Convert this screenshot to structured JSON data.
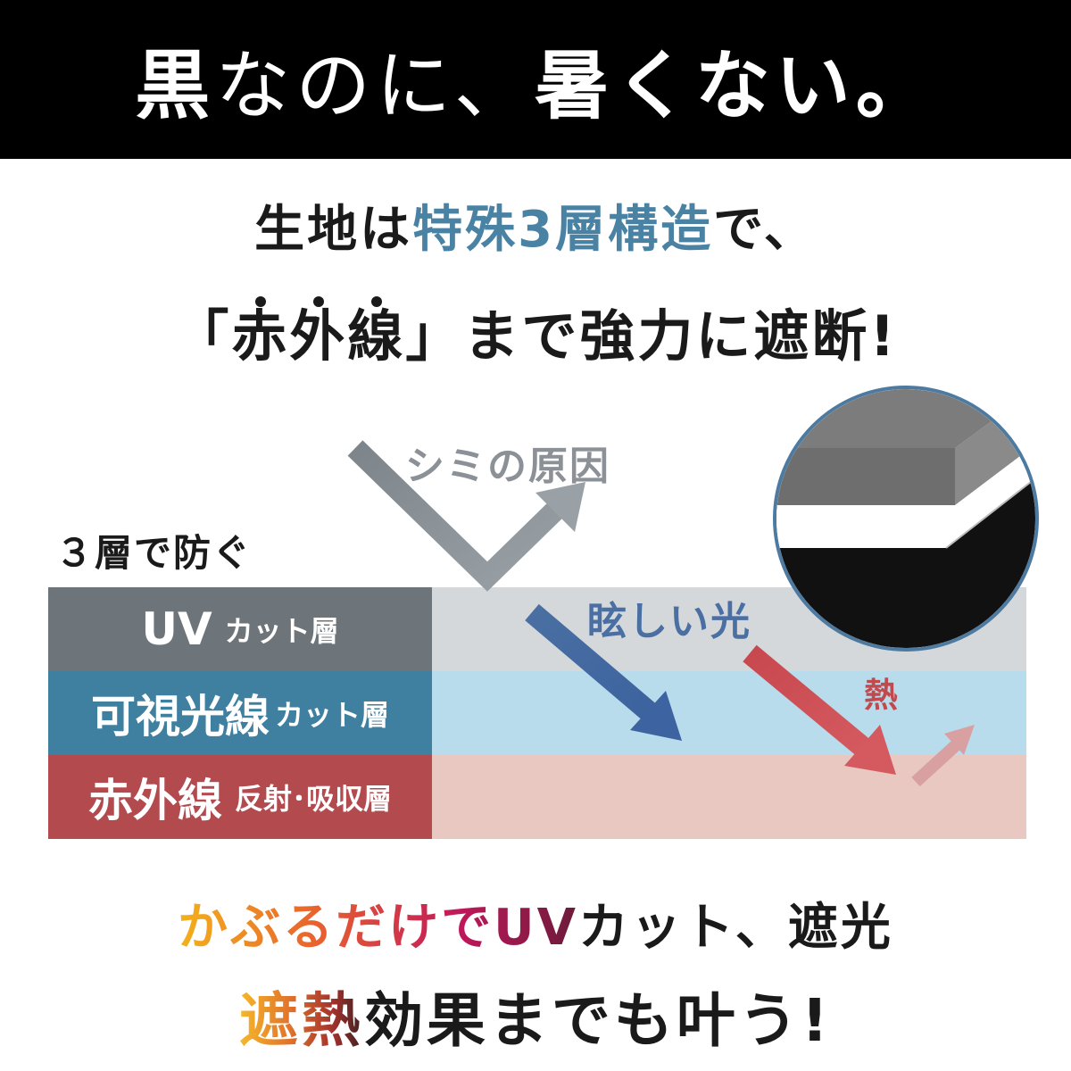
{
  "banner": {
    "title_strong_1": "黒",
    "title_light": "なのに、",
    "title_strong_2": "暑くない。"
  },
  "lead": {
    "line1_pre": "生地は",
    "line1_accent": "特殊3層構造",
    "line1_post": "で、",
    "line2_bracket_open": "「",
    "line2_emph_chars": [
      "赤",
      "外",
      "線"
    ],
    "line2_bracket_close": "」",
    "line2_rest": "まで強力に遮断!"
  },
  "diagram": {
    "three_layer_label": "３層で防ぐ",
    "layers": [
      {
        "main": "UV",
        "sub": "カット層",
        "color": "#6d747a"
      },
      {
        "main": "可視光線",
        "sub": "カット層",
        "color": "#3f7fa0"
      },
      {
        "main": "赤外線",
        "sub": "反射･吸収層",
        "color": "#b24a4e"
      }
    ],
    "arrows": {
      "spot": "シミの原因",
      "glare": "眩しい光",
      "heat": "熱"
    }
  },
  "closing": {
    "line1_grad": "かぶるだけでUV",
    "line1_rest": "カット、遮光",
    "line2_grad": "遮熱",
    "line2_rest": "効果までも叶う!"
  }
}
